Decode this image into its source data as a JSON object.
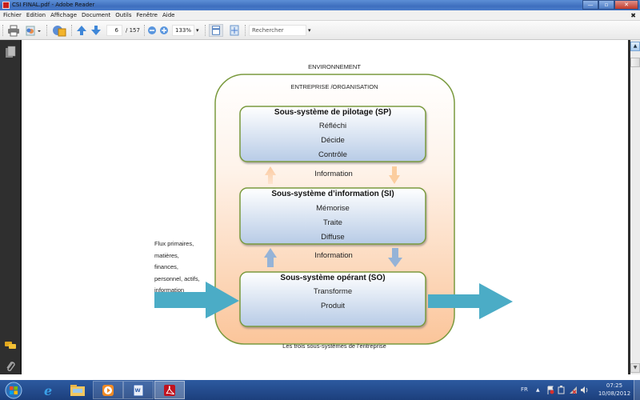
{
  "window": {
    "title": "CSI FINAL.pdf - Adobe Reader",
    "controls": {
      "minimize": "—",
      "maximize": "▫",
      "close": "✕"
    }
  },
  "menu": {
    "items": [
      "Fichier",
      "Edition",
      "Affichage",
      "Document",
      "Outils",
      "Fenêtre",
      "Aide"
    ],
    "close_doc": "✖"
  },
  "toolbar": {
    "page_current": "6",
    "page_total": "/ 157",
    "zoom": "133%",
    "search_placeholder": "Rechercher",
    "dropdown_glyph": "▾"
  },
  "diagram": {
    "environment": "ENVIRONNEMENT",
    "enterprise": "ENTREPRISE /ORGANISATION",
    "sp": {
      "title": "Sous-système de pilotage (SP)",
      "lines": [
        "Réfléchi",
        "Décide",
        "Contrôle"
      ]
    },
    "info1": "Information",
    "si": {
      "title": "Sous-système d’information (SI)",
      "lines": [
        "Mémorise",
        "Traite",
        "Diffuse"
      ]
    },
    "info2": "Information",
    "so": {
      "title": "Sous-système opérant (SO)",
      "lines": [
        "Transforme",
        "Produit"
      ]
    },
    "inputs": [
      "Flux primaires,",
      "matières,",
      "finances,",
      "personnel, actifs,",
      "information"
    ],
    "caption": "Les trois sous-systèmes de l’entreprise",
    "colors": {
      "outline": "#7a9a3e",
      "enterprise_fill_top": "#ffffff",
      "enterprise_fill_bottom": "#fbc8a0",
      "box_fill_top": "#ffffff",
      "box_fill_bottom": "#b9cce8",
      "flow_arrow": "#4bacc6",
      "up_arrow_top": "#fcd5b4",
      "arrow_blue": "#95b3d7"
    }
  },
  "taskbar": {
    "language": "FR",
    "time": "07:25",
    "date": "10/08/2012"
  }
}
